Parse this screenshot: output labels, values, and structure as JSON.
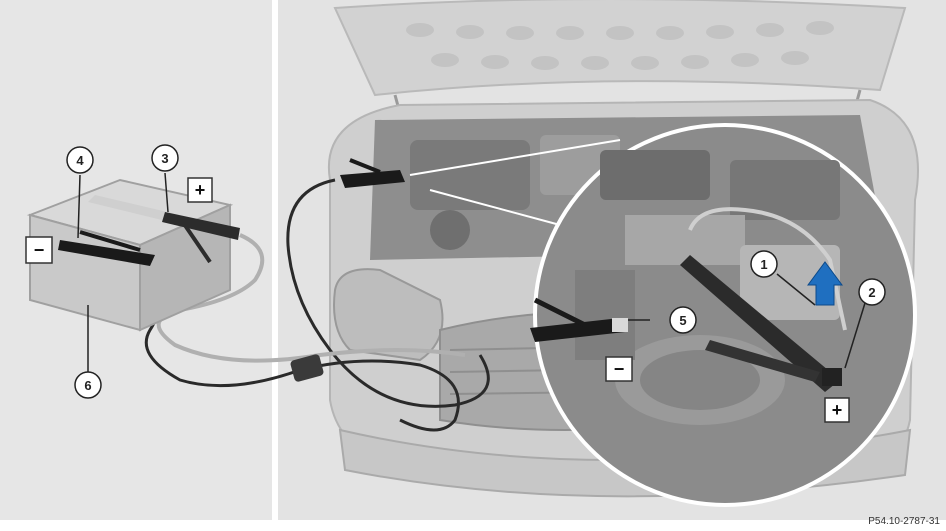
{
  "callouts": {
    "c1": "1",
    "c2": "2",
    "c3": "3",
    "c4": "4",
    "c5": "5",
    "c6": "6"
  },
  "signs": {
    "left_minus": "−",
    "left_plus": "+",
    "right_minus": "−",
    "right_plus": "+"
  },
  "figure_code": "P54.10-2787-31",
  "colors": {
    "background_left": "#e6e6e6",
    "background_right": "#e3e3e3",
    "divider": "#ffffff",
    "arrow": "#1f6fc0",
    "cable": "#2a2a2a",
    "clamp": "#1a1a1a"
  }
}
